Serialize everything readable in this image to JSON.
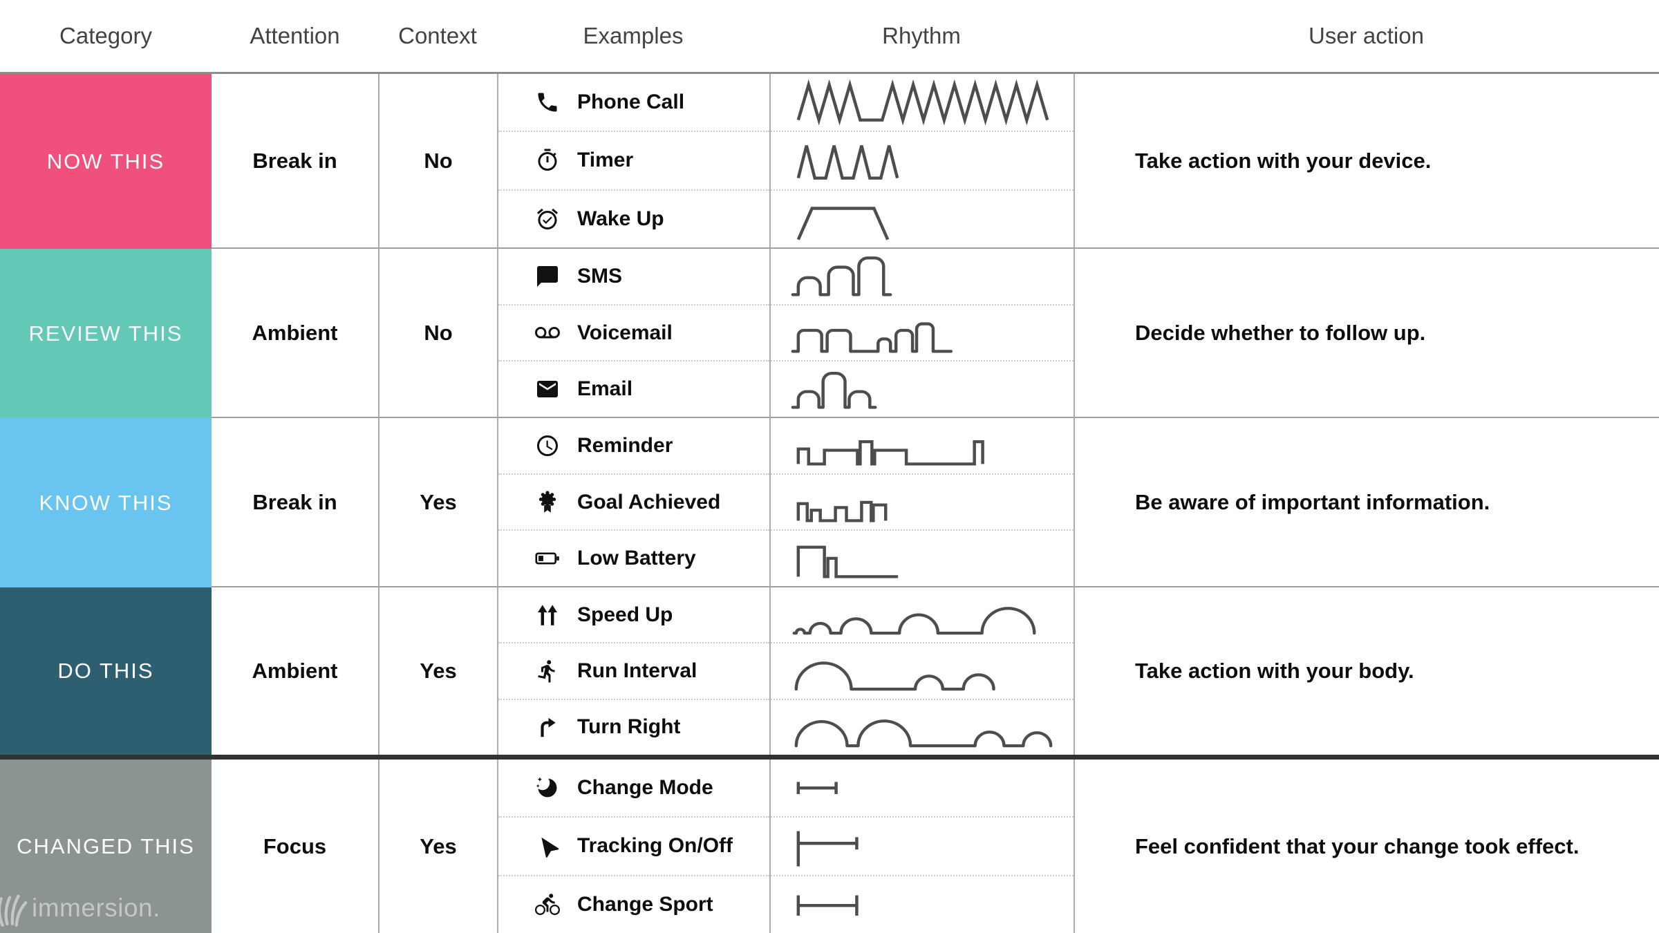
{
  "header": {
    "columns": [
      "Category",
      "Attention",
      "Context",
      "Examples",
      "Rhythm",
      "User action"
    ]
  },
  "rows": [
    {
      "category": "NOW THIS",
      "color": "#f0517c",
      "attention": "Break in",
      "context": "No",
      "user_action": "Take action with your device.",
      "examples": [
        {
          "label": "Phone Call",
          "icon": "phone-icon",
          "wave": "phone-call-wave"
        },
        {
          "label": "Timer",
          "icon": "timer-icon",
          "wave": "timer-wave"
        },
        {
          "label": "Wake Up",
          "icon": "alarm-clock-icon",
          "wave": "wake-up-wave"
        }
      ]
    },
    {
      "category": "REVIEW THIS",
      "color": "#63c9b6",
      "attention": "Ambient",
      "context": "No",
      "user_action": "Decide whether to follow up.",
      "examples": [
        {
          "label": "SMS",
          "icon": "sms-icon",
          "wave": "sms-wave"
        },
        {
          "label": "Voicemail",
          "icon": "voicemail-icon",
          "wave": "voicemail-wave"
        },
        {
          "label": "Email",
          "icon": "email-icon",
          "wave": "email-wave"
        }
      ]
    },
    {
      "category": "KNOW THIS",
      "color": "#69c4ef",
      "attention": "Break in",
      "context": "Yes",
      "user_action": "Be aware of important information.",
      "examples": [
        {
          "label": "Reminder",
          "icon": "reminder-icon",
          "wave": "reminder-wave"
        },
        {
          "label": "Goal Achieved",
          "icon": "goal-achieved-icon",
          "wave": "goal-achieved-wave"
        },
        {
          "label": "Low Battery",
          "icon": "low-battery-icon",
          "wave": "low-battery-wave"
        }
      ]
    },
    {
      "category": "DO THIS",
      "color": "#2e5f71",
      "attention": "Ambient",
      "context": "Yes",
      "user_action": "Take action with your body.",
      "examples": [
        {
          "label": "Speed Up",
          "icon": "speed-up-icon",
          "wave": "speed-up-wave"
        },
        {
          "label": "Run Interval",
          "icon": "run-interval-icon",
          "wave": "run-interval-wave"
        },
        {
          "label": "Turn Right",
          "icon": "turn-right-icon",
          "wave": "turn-right-wave"
        }
      ]
    },
    {
      "category": "CHANGED THIS",
      "color": "#8c9493",
      "attention": "Focus",
      "context": "Yes",
      "user_action": "Feel confident that your change took effect.",
      "examples": [
        {
          "label": "Change Mode",
          "icon": "change-mode-icon",
          "wave": "change-mode-wave"
        },
        {
          "label": "Tracking On/Off",
          "icon": "tracking-icon",
          "wave": "tracking-on-off-wave"
        },
        {
          "label": "Change Sport",
          "icon": "change-sport-icon",
          "wave": "change-sport-wave"
        }
      ]
    }
  ],
  "watermark": {
    "label": "immersion.",
    "icon": "immersion-hand-icon"
  },
  "colors": {
    "wave_stroke": "#4d4d4d"
  }
}
